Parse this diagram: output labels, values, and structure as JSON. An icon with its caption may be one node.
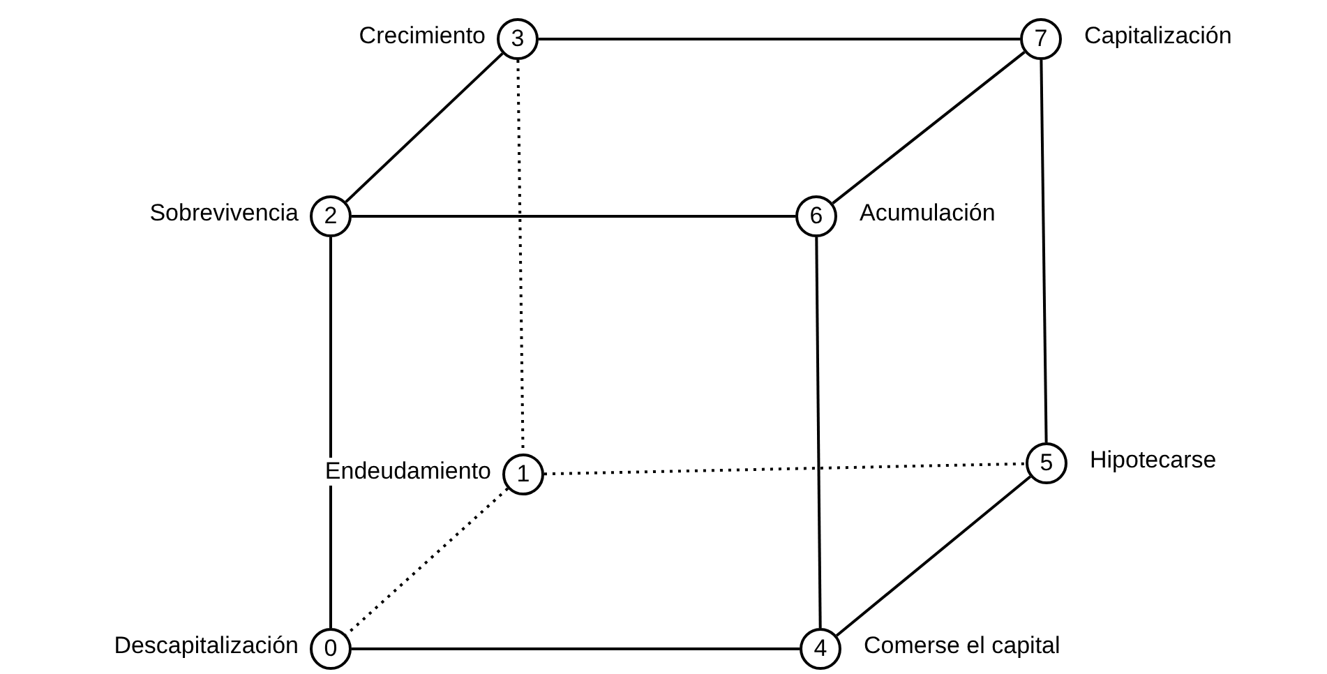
{
  "diagram": {
    "nodes": [
      {
        "text": [
          "3"
        ],
        "beside": [
          "Crecimiento"
        ]
      },
      {
        "text": [
          "7"
        ],
        "beside": [
          "Capitalización"
        ]
      },
      {
        "text": [
          "2"
        ],
        "beside": [
          "Sobrevivencia"
        ]
      },
      {
        "text": [
          "6"
        ],
        "beside": [
          "Acumulación"
        ]
      },
      {
        "text": [
          "1"
        ],
        "beside": [
          "Endeudamiento"
        ]
      },
      {
        "text": [
          "5"
        ],
        "beside": [
          "Hipotecarse"
        ]
      },
      {
        "text": [
          "0"
        ],
        "beside": [
          "Descapitalización"
        ]
      },
      {
        "text": [
          "4"
        ],
        "beside": [
          "Comerse el capital"
        ]
      }
    ],
    "edges": [
      {
        "from": 0,
        "to": 1,
        "arrow": "none"
      },
      {
        "from": 0,
        "to": 2,
        "arrow": "none"
      },
      {
        "from": 1,
        "to": 3,
        "arrow": "none"
      },
      {
        "from": 1,
        "to": 5,
        "arrow": "none"
      },
      {
        "from": 2,
        "to": 3,
        "arrow": "none"
      },
      {
        "from": 2,
        "to": 6,
        "arrow": "none"
      },
      {
        "from": 3,
        "to": 7,
        "arrow": "none"
      },
      {
        "from": 0,
        "to": 4,
        "arrow": "none",
        "style": "dashed"
      },
      {
        "from": 4,
        "to": 5,
        "arrow": "none",
        "style": "dashed"
      },
      {
        "from": 4,
        "to": 6,
        "arrow": "none",
        "style": "dashed"
      },
      {
        "from": 6,
        "to": 7,
        "arrow": "none"
      },
      {
        "from": 5,
        "to": 7,
        "arrow": "none"
      }
    ]
  }
}
